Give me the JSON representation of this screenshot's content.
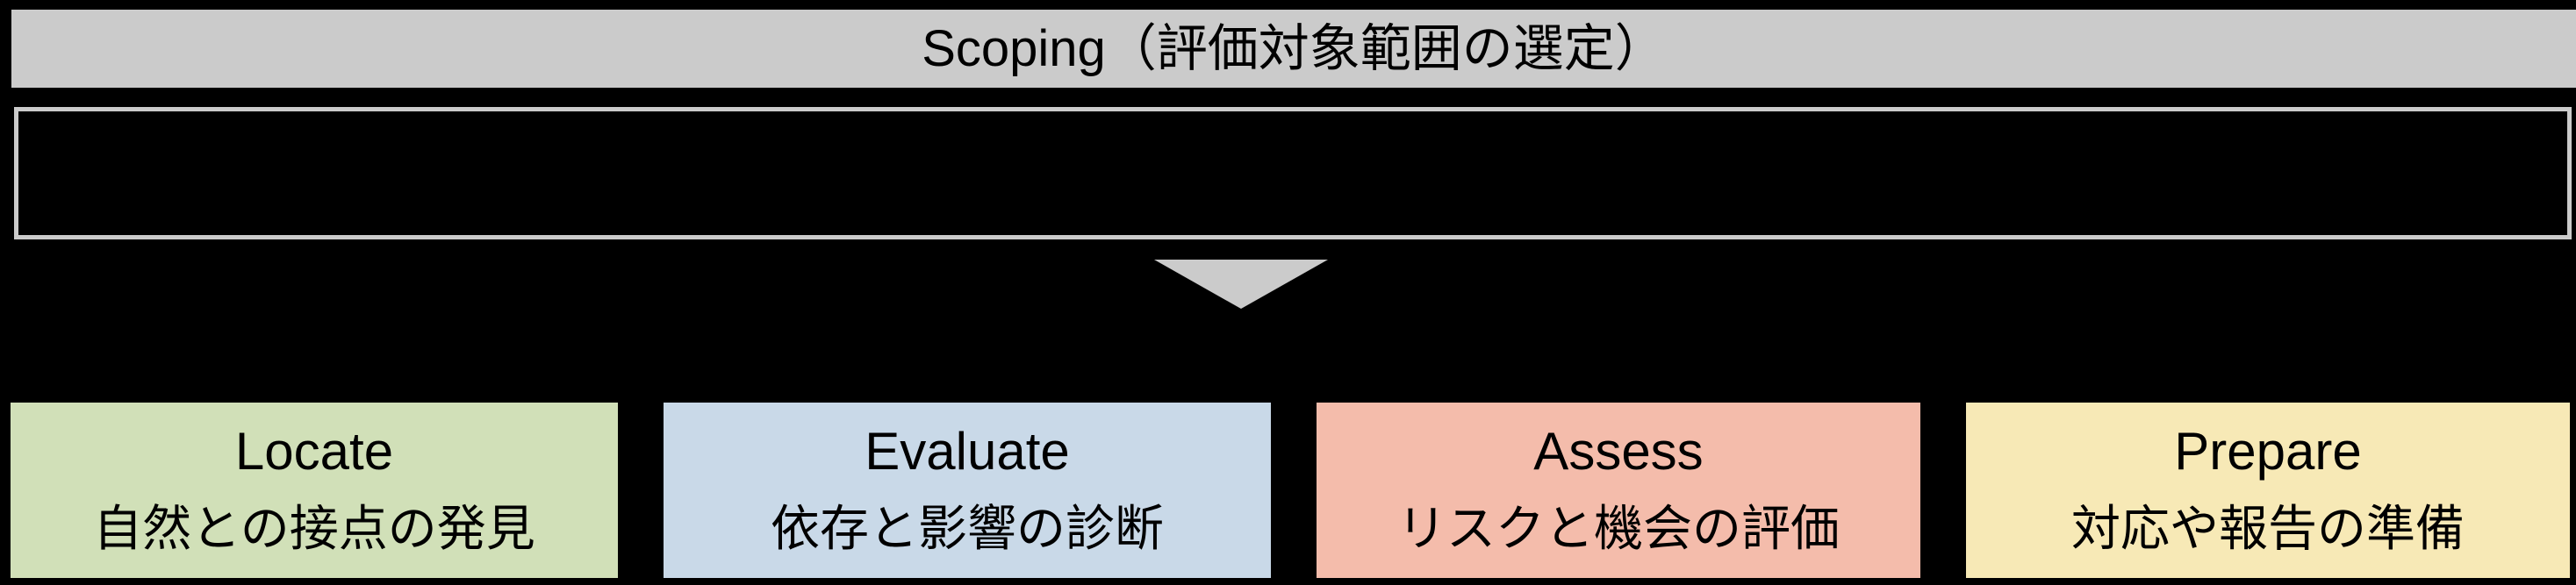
{
  "canvas": {
    "background": "#000000"
  },
  "header": {
    "label": "Scoping（評価対象範囲の選定）",
    "background": "#cbcbcb",
    "text_color": "#000000"
  },
  "redacted_box": {
    "background": "#000000",
    "border_color": "#cbcbcb"
  },
  "arrow": {
    "icon": "triangle-down-icon",
    "color": "#cbcbcb"
  },
  "steps": [
    {
      "title": "Locate",
      "subtitle": "自然との接点の発見",
      "background": "#d1e0b8"
    },
    {
      "title": "Evaluate",
      "subtitle": "依存と影響の診断",
      "background": "#c9d9e8"
    },
    {
      "title": "Assess",
      "subtitle": "リスクと機会の評価",
      "background": "#f4bcab"
    },
    {
      "title": "Prepare",
      "subtitle": "対応や報告の準備",
      "background": "#f7e9b6"
    }
  ]
}
